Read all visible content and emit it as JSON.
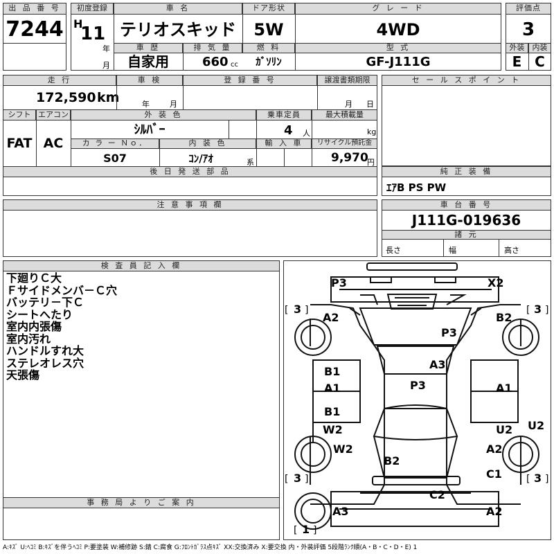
{
  "header": {
    "lot_label": "出 品 番 号",
    "lot": "7244",
    "first_reg_label": "初度登録",
    "era": "H",
    "year": "11",
    "year_unit": "年",
    "month_unit": "月",
    "car_name_label": "車 名",
    "car_name": "テリオスキッド",
    "door_label": "ドア形状",
    "door": "5W",
    "grade_label": "グ レ ー ド",
    "grade": "4WD",
    "score_label": "評価点",
    "score": "3",
    "history_label": "車 歴",
    "history": "自家用",
    "displacement_label": "排 気 量",
    "displacement": "660",
    "displacement_unit": "cc",
    "fuel_label": "燃 料",
    "fuel": "ｶﾞｿﾘﾝ",
    "model_label": "型 式",
    "model": "GF-J111G",
    "exterior_label": "外装",
    "exterior": "E",
    "interior_label": "内装",
    "interior": "C"
  },
  "details": {
    "mileage_label": "走 行",
    "mileage": "172,590",
    "mileage_unit": "km",
    "inspection_label": "車 検",
    "year_unit": "年",
    "month_unit": "月",
    "reg_no_label": "登 録 番 号",
    "transfer_label": "譲渡書類期限",
    "day_unit": "日",
    "shift_label": "シフト",
    "shift": "FAT",
    "ac_label": "エアコン",
    "ac": "AC",
    "color_label": "外 装 色",
    "color": "ｼﾙﾊﾞｰ",
    "capacity_label": "乗車定員",
    "capacity": "4",
    "capacity_unit": "人",
    "max_load_label": "最大積載量",
    "max_load_unit": "kg",
    "color_no_label": "カ ラ ー Ｎｏ．",
    "color_no": "S07",
    "int_color_label": "内 装 色",
    "int_color": "ｺﾝ/ｱｵ",
    "int_color_unit": "系",
    "import_label": "輸 入 車",
    "recycle_label": "リサイクル預託金",
    "recycle": "9,970",
    "recycle_unit": "円",
    "later_parts_label": "後 日 発 送 部 品"
  },
  "sales_points": {
    "label": "セ ー ル ス ポ イ ン ト"
  },
  "genuine": {
    "label": "純 正 装 備",
    "value": "ｴｱB PS PW"
  },
  "caution": {
    "label": "注 意 事 項 欄"
  },
  "chassis": {
    "label": "車 台 番 号",
    "value": "J111G-019636",
    "spec_label": "諸 元",
    "length": "長さ",
    "width": "幅",
    "height": "高さ"
  },
  "inspector": {
    "label": "検 査 員 記 入 欄",
    "notes": [
      "下廻りＣ大",
      "Ｆサイドメンバ－Ｃ穴",
      "バッテリ－下Ｃ",
      "シートへたり",
      "室内内張傷",
      "室内汚れ",
      "ハンドルすれ大",
      "ステレオレス穴",
      "天張傷"
    ]
  },
  "office": {
    "label": "事 務 局 よ り ご 案 内"
  },
  "diagram": {
    "marks": {
      "top_left": "P3",
      "top_right": "X2",
      "front_left_fender": "A2",
      "front_right_fender": "B2",
      "hood": "P3",
      "windshield": "A3",
      "roof": "P3",
      "left_front_door_1": "B1",
      "left_front_door_2": "A1",
      "left_rear_door_1": "B1",
      "left_rear_door_2": "W2",
      "left_rear_quarter": "W2",
      "right_front_door": "A1",
      "right_rear_door": "U2",
      "right_side": "U2",
      "right_rear_quarter": "A2",
      "tailgate": "B2",
      "rear_right_lower": "C1",
      "rear_bumper": "C2",
      "rear_left_bottom": "A3",
      "rear_right_bottom": "A2",
      "tire_fl": "3",
      "tire_fr": "3",
      "tire_rl": "3",
      "tire_rr": "3",
      "spare": "1"
    }
  },
  "legend": "A:ｷｽﾞ U:ﾍｺﾐ B:ｷｽﾞを伴うﾍｺﾐ P:要塗装 W:補修跡 S:錆 C:腐食 G:ﾌﾛﾝﾄｶﾞﾗｽ点ｷｽﾞ XX:交換済み X:要交換 内・外装評価 5段階ﾗﾝｸ順(A・B・C・D・E) 1"
}
